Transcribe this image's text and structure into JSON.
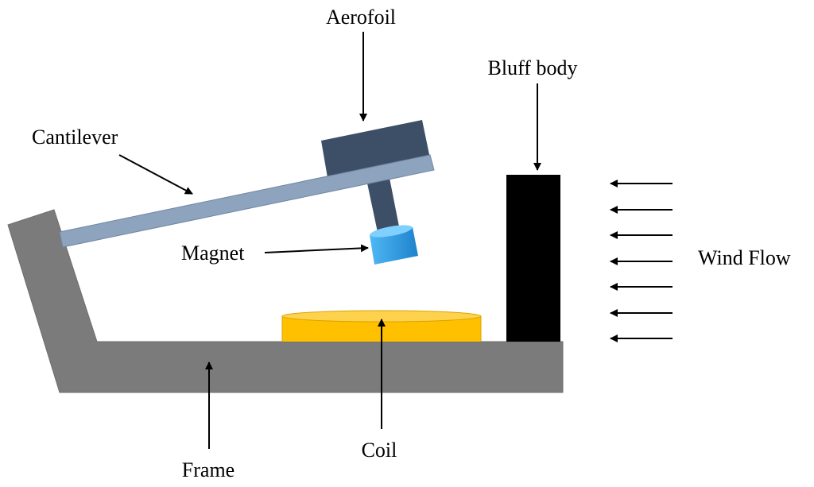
{
  "labels": {
    "aerofoil": "Aerofoil",
    "bluff_body": "Bluff body",
    "cantilever": "Cantilever",
    "magnet": "Magnet",
    "wind_flow": "Wind Flow",
    "coil": "Coil",
    "frame": "Frame"
  },
  "colors": {
    "frame": "#7b7b7b",
    "cantilever": "#8ea3bd",
    "aerofoil": "#3d4f66",
    "magnet": "#2e9be0",
    "coil": "#ffc000",
    "bluff_body": "#000000",
    "arrow": "#000000"
  },
  "wind_arrow_count": 7
}
